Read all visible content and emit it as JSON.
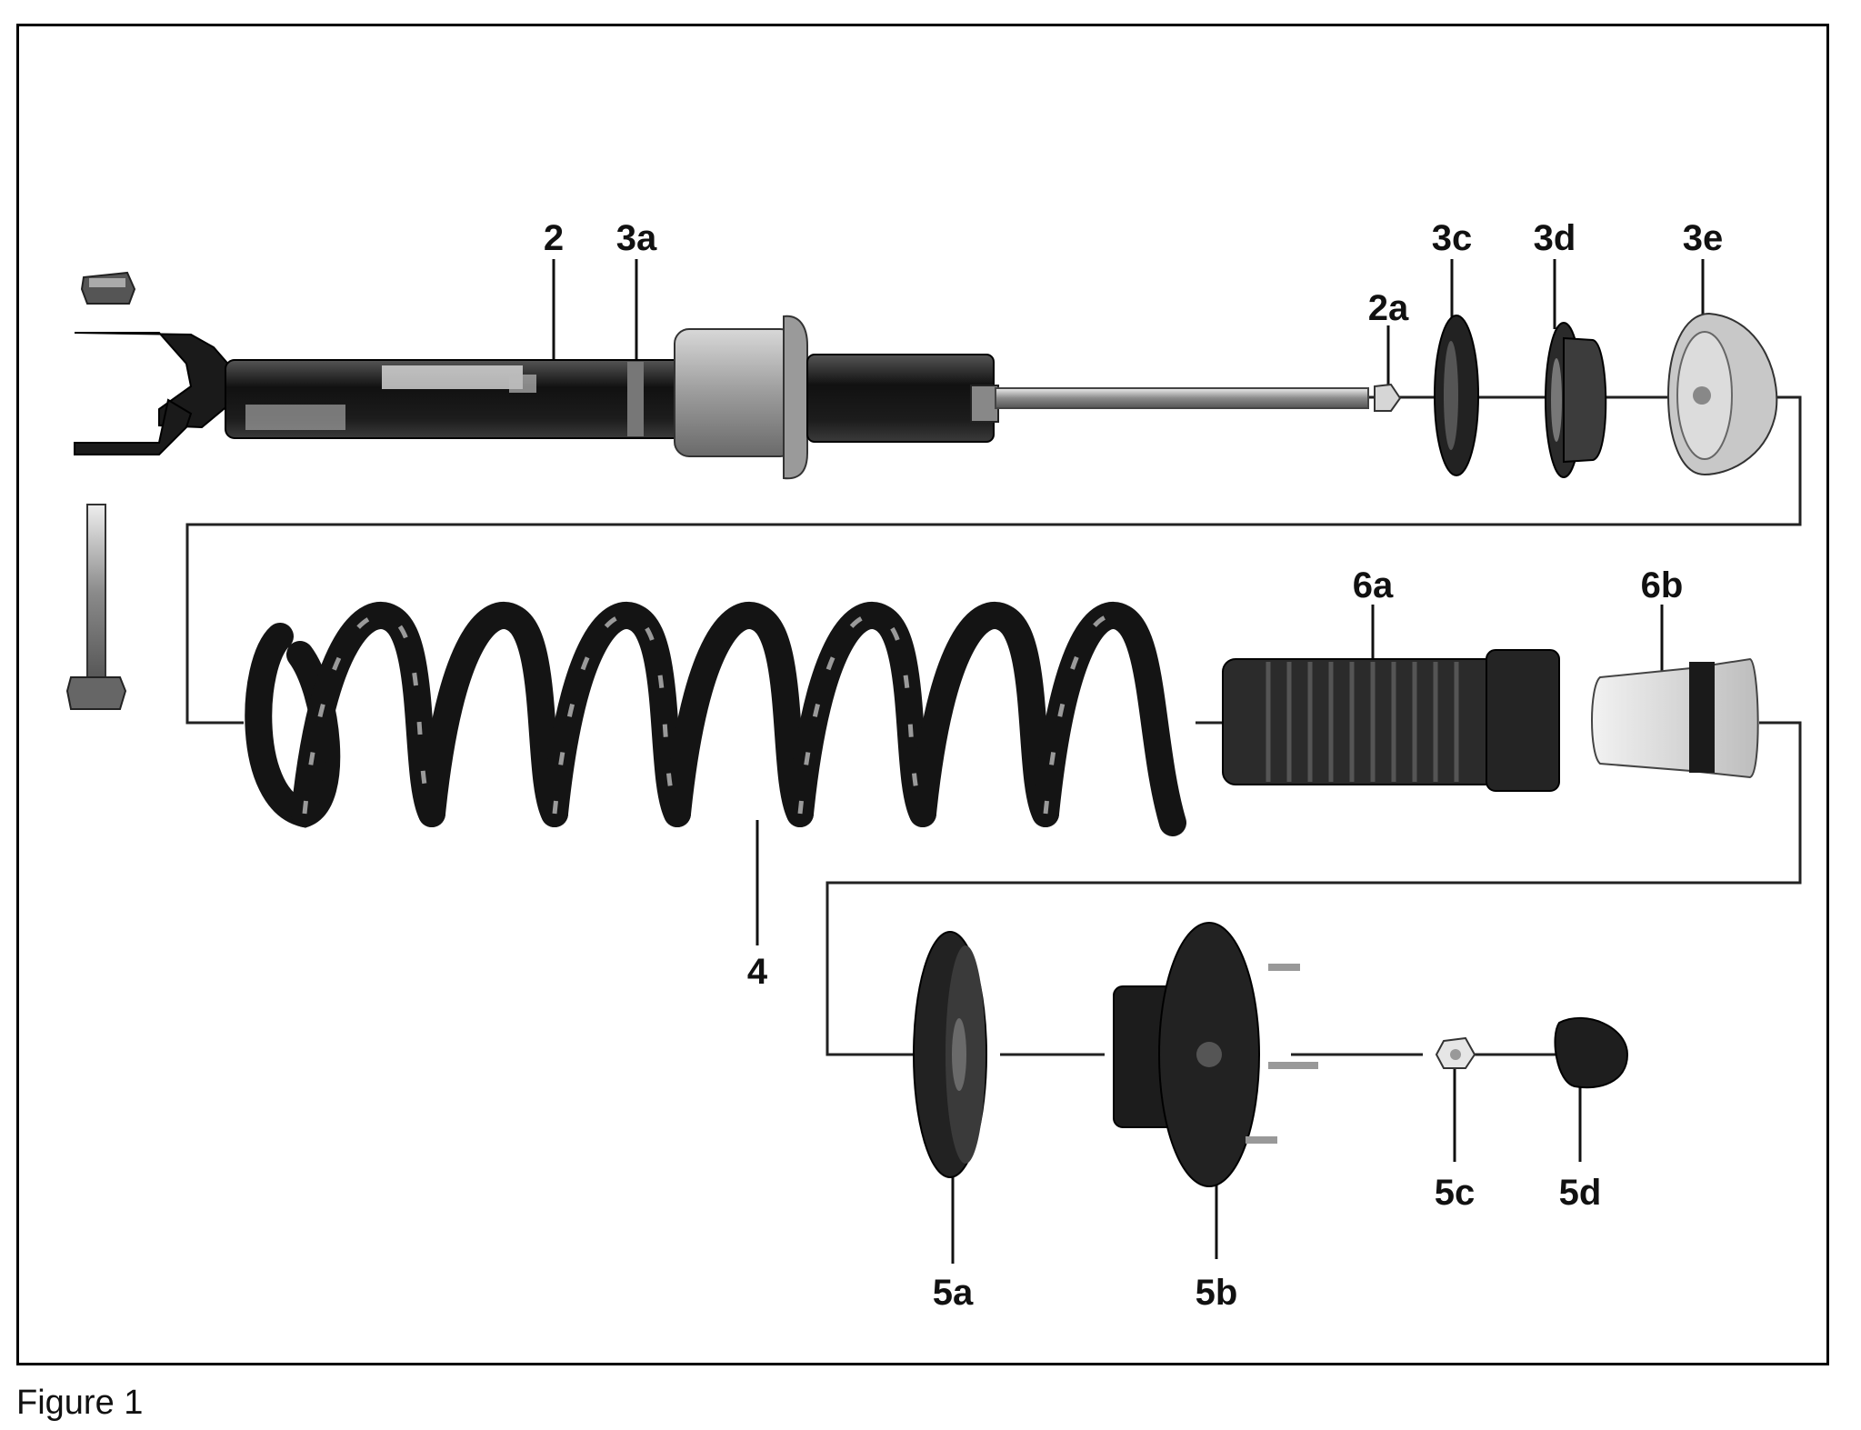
{
  "caption": "Figure 1",
  "callouts": {
    "c2": "2",
    "c3a": "3a",
    "c2a": "2a",
    "c3c": "3c",
    "c3d": "3d",
    "c3e": "3e",
    "c6a": "6a",
    "c6b": "6b",
    "c4": "4",
    "c5a": "5a",
    "c5b": "5b",
    "c5c": "5c",
    "c5d": "5d"
  }
}
